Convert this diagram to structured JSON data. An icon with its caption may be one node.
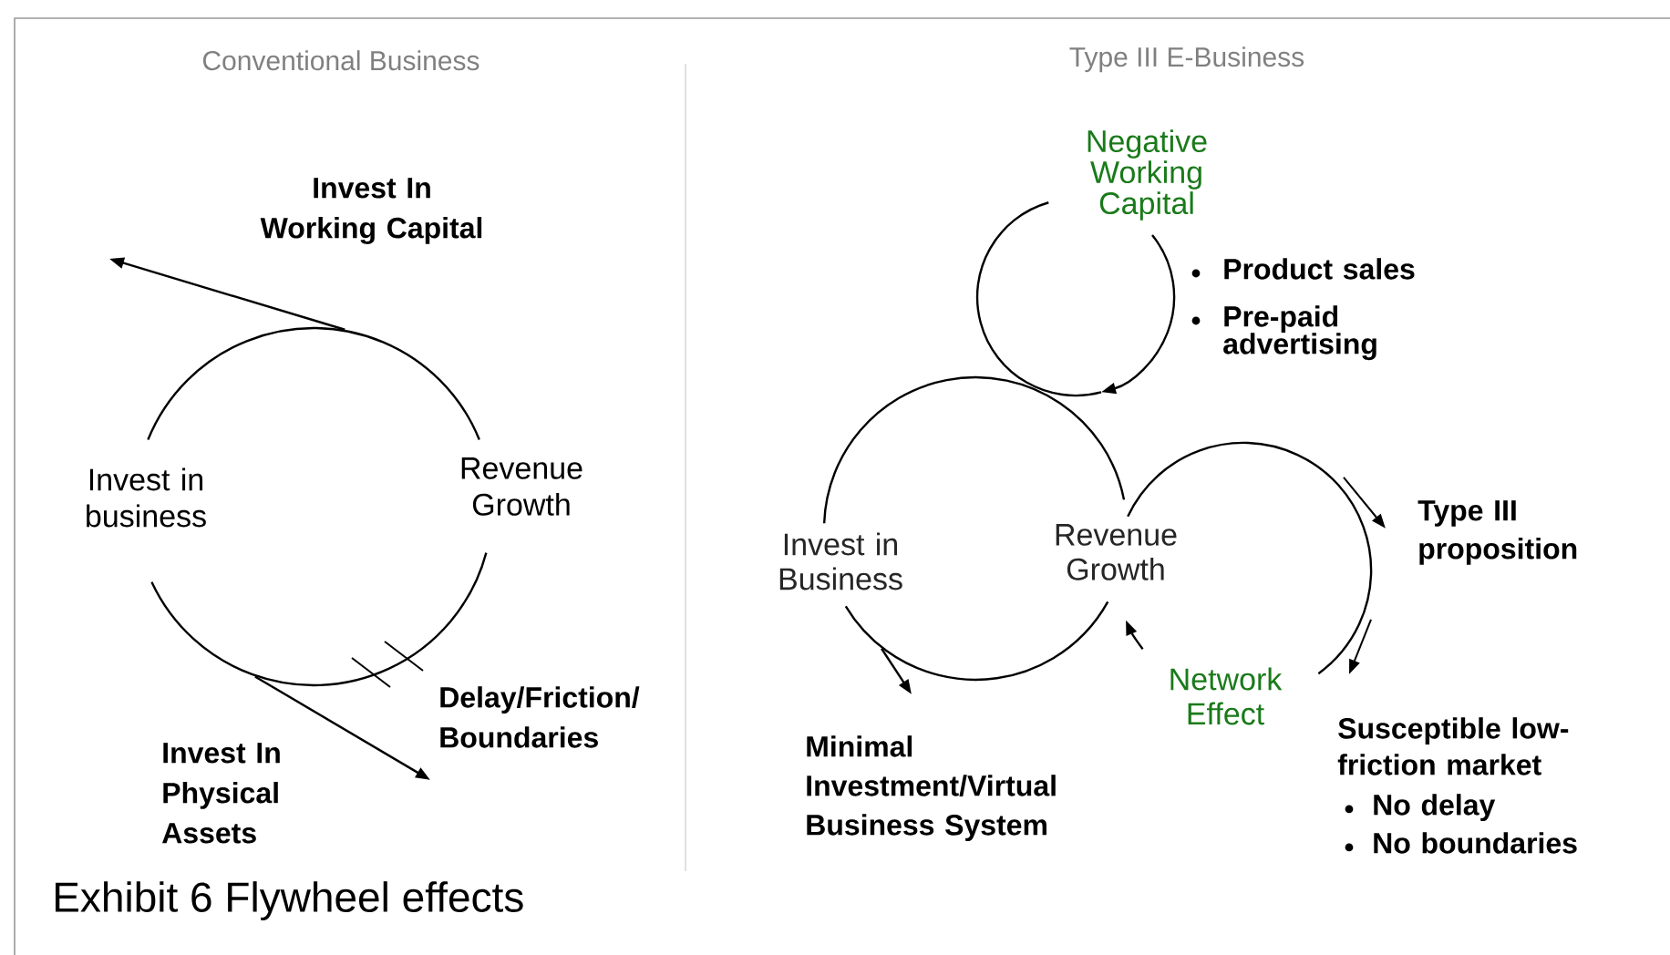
{
  "diagram": {
    "caption": "Exhibit 6 Flywheel effects",
    "nodes": [
      {
        "text": [
          "Invest in business",
          "Revenue Growth"
        ]
      },
      {
        "text": [
          "Negative Working Capital"
        ]
      },
      {
        "text": [
          "Invest in Business",
          "Revenue Growth"
        ]
      },
      {
        "text": [
          "Network Effect"
        ]
      }
    ],
    "edges": [
      {
        "from": 0,
        "to": null,
        "arrow": "to"
      },
      {
        "from": 0,
        "to": null,
        "arrow": "to"
      },
      {
        "from": 2,
        "to": null,
        "arrow": "to"
      }
    ],
    "labels": [
      "Conventional Business",
      "Type III E-Business",
      "Invest In Working Capital",
      "Product sales",
      "Pre-paid advertising",
      "Type III proposition",
      "Delay/Friction/ Boundaries",
      "Susceptible low-friction market",
      "Invest In Physical Assets",
      "Minimal Investment/Virtual Business System",
      "No delay",
      "No boundaries"
    ]
  }
}
